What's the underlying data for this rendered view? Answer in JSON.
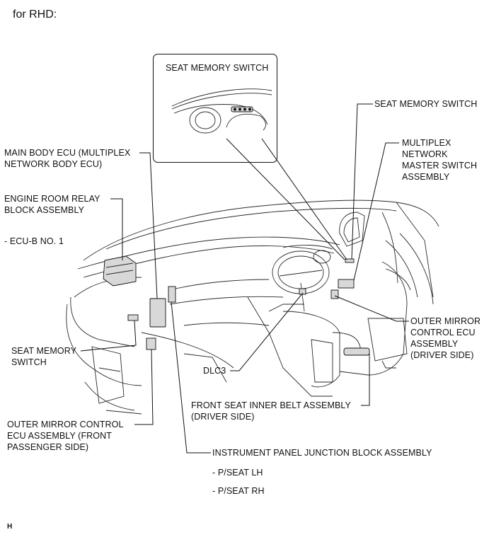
{
  "title": "for RHD:",
  "inset": {
    "title": "SEAT MEMORY SWITCH"
  },
  "labels": {
    "seat_memory_switch_right": "SEAT MEMORY SWITCH",
    "multiplex_master": "MULTIPLEX\nNETWORK\nMASTER SWITCH\nASSEMBLY",
    "main_body_ecu": "MAIN BODY ECU (MULTIPLEX\nNETWORK BODY ECU)",
    "engine_room_relay": "ENGINE ROOM RELAY\nBLOCK ASSEMBLY",
    "ecu_b": "- ECU-B NO. 1",
    "outer_mirror_driver": "OUTER MIRROR\nCONTROL ECU\nASSEMBLY\n(DRIVER SIDE)",
    "seat_memory_switch_left": "SEAT MEMORY\nSWITCH",
    "dlc3": "DLC3",
    "front_seat_belt": "FRONT SEAT INNER BELT ASSEMBLY\n(DRIVER SIDE)",
    "outer_mirror_passenger": "OUTER MIRROR CONTROL\nECU ASSEMBLY (FRONT\nPASSENGER SIDE)",
    "instrument_panel_jb": "INSTRUMENT PANEL JUNCTION BLOCK ASSEMBLY",
    "pseat_lh": "- P/SEAT LH",
    "pseat_rh": "- P/SEAT RH"
  },
  "footer": "H"
}
